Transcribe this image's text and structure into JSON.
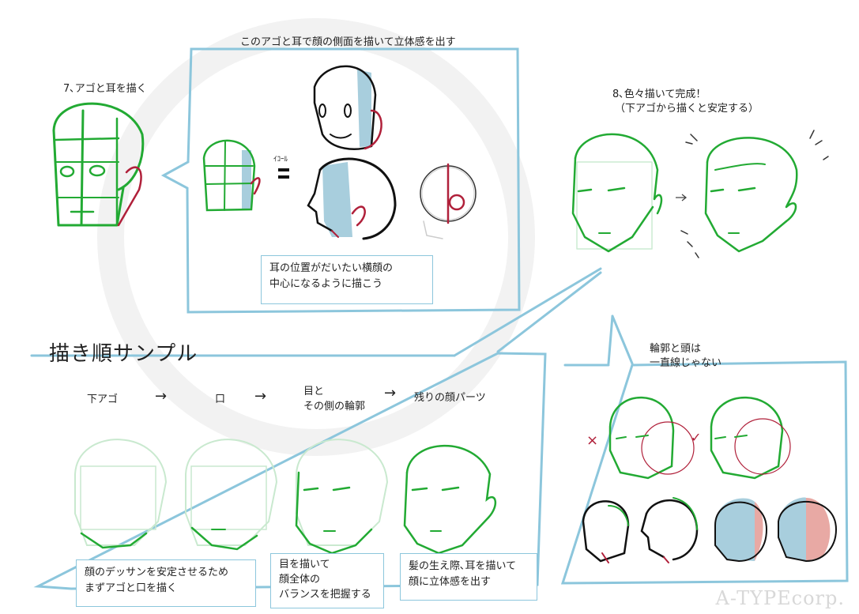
{
  "top": {
    "step7_title": "7､アゴと耳を描く",
    "callout_title": "このアゴと耳で顔の側面を描いて立体感を出す",
    "equal_label": "ｲｺｰﾙ",
    "ear_note_line1": "耳の位置がだいたい横顔の",
    "ear_note_line2": "中心になるように描こう",
    "step8_line1": "8､色々描いて完成！",
    "step8_line2": "（下アゴから描くと安定する）"
  },
  "sample": {
    "heading": "描き順サンプル",
    "steps": [
      "下アゴ",
      "口",
      "目と",
      "その側の輪郭",
      "残りの顔パーツ"
    ],
    "arrows": [
      "→",
      "→",
      "→"
    ],
    "note1_line1": "顔のデッサンを安定させるため",
    "note1_line2": "まずアゴと口を描く",
    "note2_line1": "目を描いて",
    "note2_line2": "顔全体の",
    "note2_line3": "バランスを把握する",
    "note3_line1": "髪の生え際､耳を描いて",
    "note3_line2": "顔に立体感を出す"
  },
  "side": {
    "title_line1": "輪郭と頭は",
    "title_line2": "一直線じゃない",
    "wrong_mark": "×",
    "right_mark": "✓"
  },
  "watermark": "A-TYPEcorp.",
  "colors": {
    "green": "#22aa33",
    "red": "#b0203a",
    "blue_frame": "#8cc6dc",
    "shade_blue": "#a8cedd",
    "shade_red": "#e8a9a4"
  }
}
